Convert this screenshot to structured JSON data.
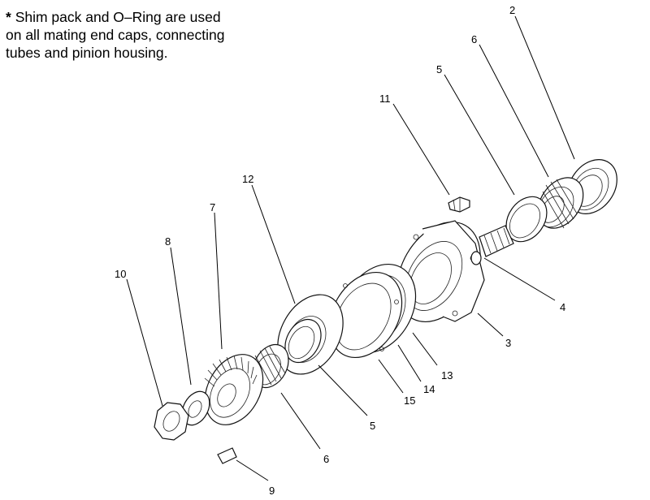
{
  "note": {
    "marker": "*",
    "lines": [
      "Shim pack and O–Ring are used",
      "on all mating end caps, connecting",
      "tubes and pinion housing."
    ]
  },
  "callouts": {
    "c2": "2",
    "c6_top": "6",
    "c5_top": "5",
    "c11": "11",
    "c12": "12",
    "c7": "7",
    "c8": "8",
    "c10": "10",
    "c4": "4",
    "c3": "3",
    "c13": "13",
    "c14": "14",
    "c15": "15",
    "c5_bottom": "5",
    "c6_bottom": "6",
    "c9": "9"
  }
}
